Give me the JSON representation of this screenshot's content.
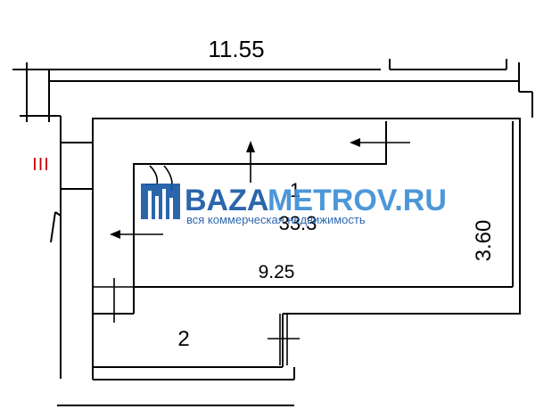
{
  "plan": {
    "top_dimension": "11.55",
    "section_marker": "III",
    "room_area": "33.3",
    "room_number": "1",
    "room_length": "9.25",
    "room_width": "3.60",
    "annex_dimension": "2"
  },
  "watermark": {
    "brand_left": "BAZA",
    "brand_right": "METROV.RU",
    "tagline": "вся коммерческая недвижимость",
    "color_dark": "#1a5aa6",
    "color_light": "#3d8fd6"
  },
  "colors": {
    "lines": "#000000",
    "marker": "#cc0000",
    "background": "#ffffff"
  }
}
